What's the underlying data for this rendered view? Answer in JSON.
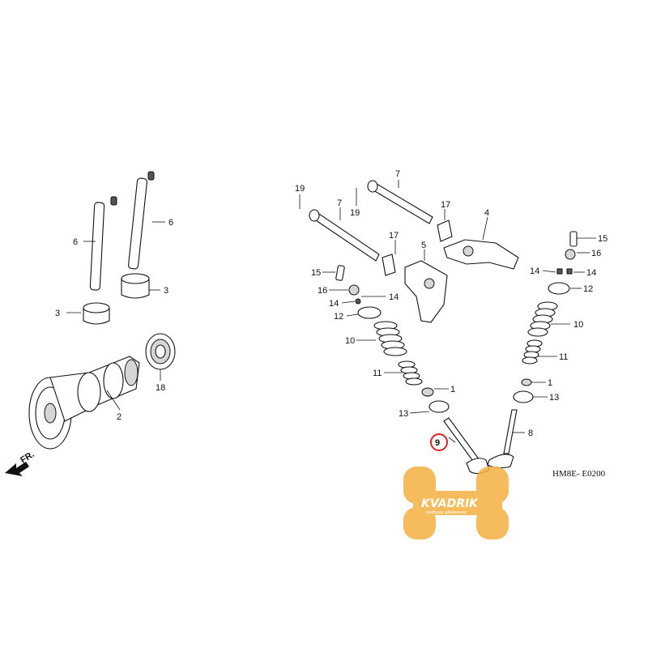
{
  "diagram": {
    "code": "HM8E- E0200",
    "front_marker": "FR.",
    "highlighted_callout": "9",
    "watermark": {
      "brand": "KVADRIK",
      "tagline": "свобода движения",
      "color": "#f4b040"
    },
    "callouts": {
      "left_3a": "3",
      "left_3b": "3",
      "left_6a": "6",
      "left_6b": "6",
      "left_18": "18",
      "left_2": "2",
      "c19a": "19",
      "c19b": "19",
      "c7a": "7",
      "c7b": "7",
      "c17a": "17",
      "c17b": "17",
      "c4": "4",
      "c5": "5",
      "c15a": "15",
      "c16a": "16",
      "c14a": "14",
      "c14b": "14",
      "c12a": "12",
      "c10a": "10",
      "c11a": "11",
      "c1a": "1",
      "c13a": "13",
      "c15b": "15",
      "c16b": "16",
      "c14c": "14",
      "c14d": "14",
      "c12b": "12",
      "c10b": "10",
      "c11b": "11",
      "c1b": "1",
      "c13b": "13",
      "c8": "8"
    }
  }
}
